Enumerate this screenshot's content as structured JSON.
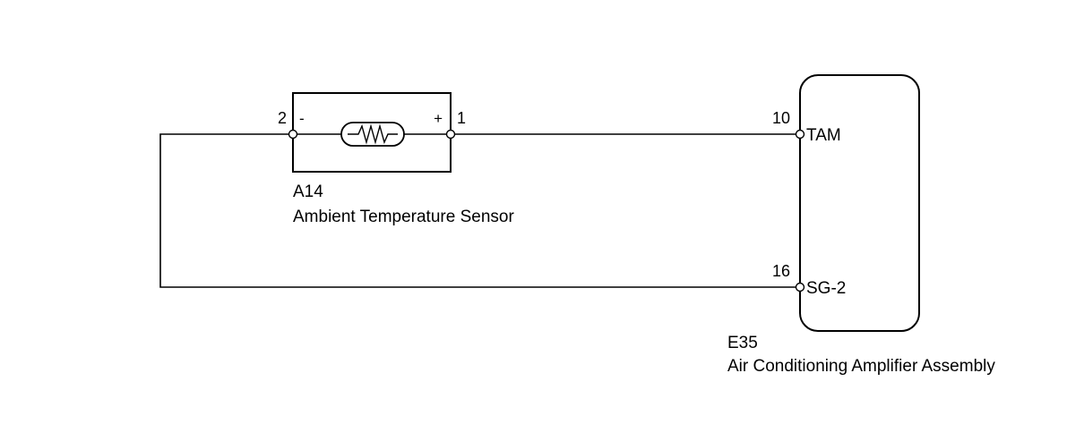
{
  "sensor": {
    "code": "A14",
    "name": "Ambient Temperature Sensor",
    "pin_left": "2",
    "pin_right": "1",
    "sign_left": "-",
    "sign_right": "+"
  },
  "amplifier": {
    "code": "E35",
    "name": "Air Conditioning Amplifier Assembly",
    "terminals": [
      {
        "pin": "10",
        "label": "TAM"
      },
      {
        "pin": "16",
        "label": "SG-2"
      }
    ]
  },
  "colors": {
    "line": "#000000",
    "background": "#ffffff"
  }
}
